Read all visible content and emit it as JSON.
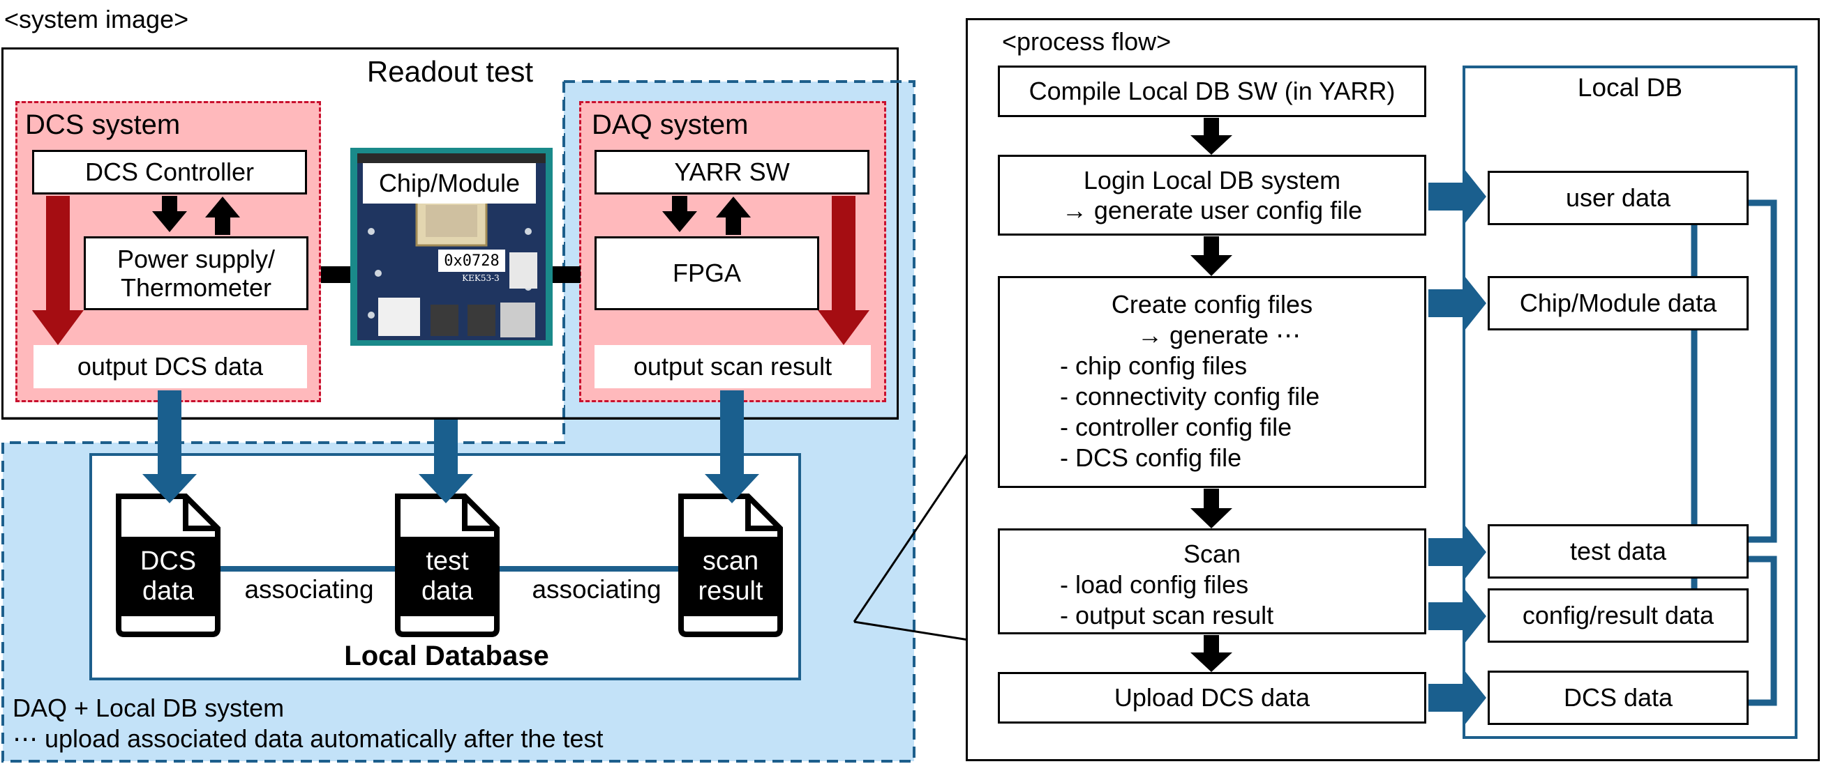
{
  "system_image": {
    "caption": "<system image>",
    "readout_test_title": "Readout test",
    "dcs_system": {
      "title": "DCS system",
      "controller": "DCS Controller",
      "power_supply": [
        "Power supply/",
        "Thermometer"
      ],
      "output": "output DCS data"
    },
    "chip_module": {
      "label": "Chip/Module",
      "chip_id": "0x0728",
      "chip_mark": "KEK53-3"
    },
    "daq_system": {
      "title": "DAQ system",
      "sw": "YARR SW",
      "fpga": "FPGA",
      "output": "output scan result"
    },
    "local_database": {
      "title": "Local Database",
      "docs": [
        {
          "lines": [
            "DCS",
            "data"
          ]
        },
        {
          "lines": [
            "test",
            "data"
          ]
        },
        {
          "lines": [
            "scan",
            "result"
          ]
        }
      ],
      "associating_left": "associating",
      "associating_right": "associating"
    },
    "daq_localdb": {
      "title": "DAQ + Local DB system",
      "description": "⋯ upload associated data automatically after the test"
    }
  },
  "process_flow": {
    "caption": "<process flow>",
    "steps": [
      {
        "lines": [
          "Compile Local DB SW (in YARR)"
        ]
      },
      {
        "lines": [
          "Login Local DB system",
          "→ generate user config file"
        ]
      },
      {
        "lines": [
          "Create config files",
          "→ generate ⋯",
          "- chip config files",
          "- connectivity config file",
          "- controller config file",
          "- DCS config file"
        ]
      },
      {
        "lines": [
          "Scan",
          "- load config files",
          "- output scan result"
        ]
      },
      {
        "lines": [
          "Upload DCS data"
        ]
      }
    ],
    "local_db": {
      "title": "Local DB",
      "items": [
        "user data",
        "Chip/Module data",
        "test data",
        "config/result data",
        "DCS data"
      ]
    }
  },
  "colors": {
    "pink_fill": "#ffb9bc",
    "red_dash": "#c8102e",
    "dark_red_arrow": "#a50d12",
    "light_blue": "#c3e2f8",
    "blue_dash": "#1d5f8c",
    "blue_arrow": "#1a5f8e",
    "pcb_teal": "#1a8a8a",
    "pcb_navy": "#1f3560"
  }
}
